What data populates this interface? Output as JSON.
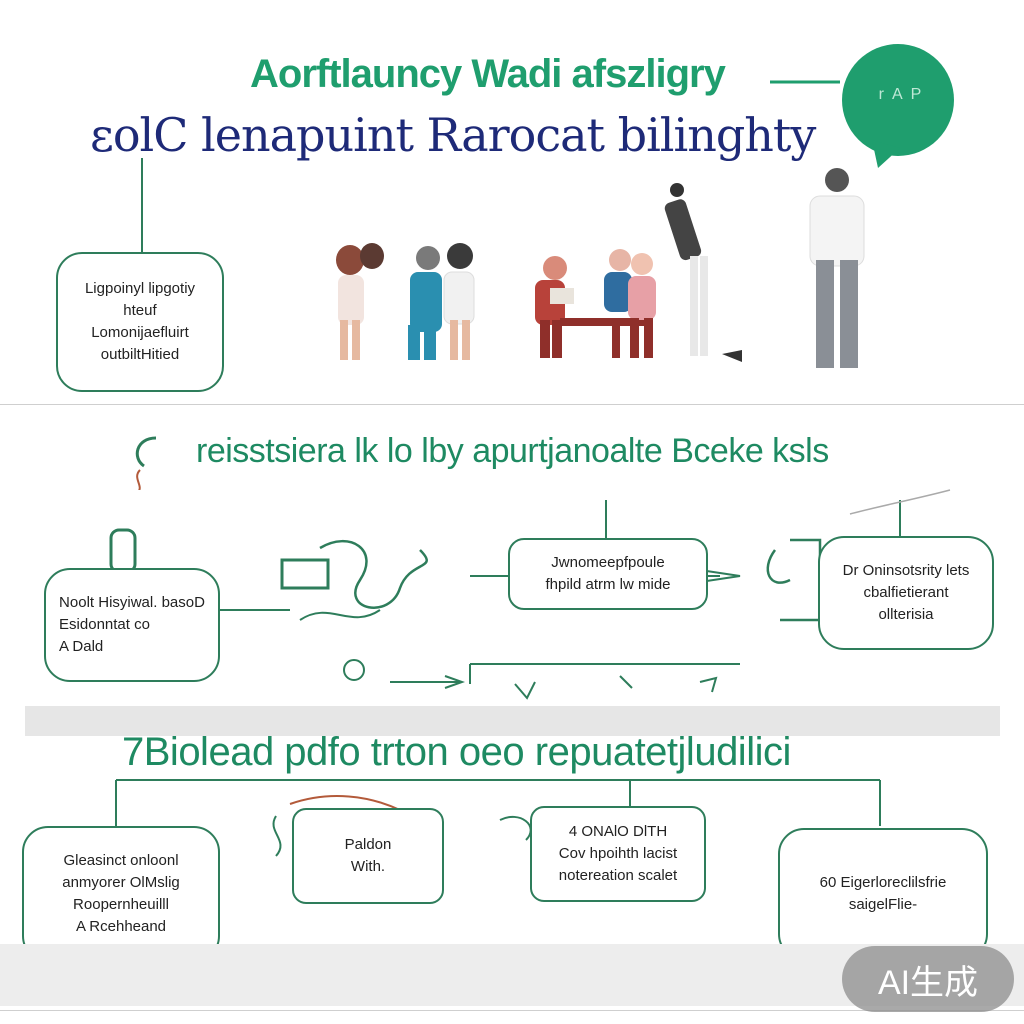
{
  "header": {
    "title_line1": "Aorftlauncy Wadi afszligry",
    "title_line2": "ɛolC lenapuint Rarocat bilinghty",
    "bubble_text": "r  A  P",
    "colors": {
      "green": "#1f9e6e",
      "navy": "#1e2a78",
      "outline": "#2e7d5b"
    }
  },
  "section1": {
    "left_box": "Ligpoinyl lipgotiy\nhteuf\nLomonijaefluirt\noutbiltHitied"
  },
  "section2": {
    "heading": "reisstsiera lk lo lby apurtjanoalte Bceke ksls",
    "left_box": "Noolt Hisyiwal. basoD\nEsidonntat co\nA Dald",
    "mid_box": "Jwnomeepfpoule\nfhpild atrm lw mide",
    "right_box": "Dr Oninsotsrity lets\ncbalfietierant\nollterisia"
  },
  "section3": {
    "heading": "7Biolead pdfo trton oeo repuatetjludilici",
    "box1": "Gleasinct onloonl\nanmyorer OlMslig\nRoopernheuilll\nA Rcehheand",
    "box2": "Paldon\nWith.",
    "box3": "4 ONAlO DlTH\nCov hpoihth lacist\nnotereation scalet",
    "box4": "60 Eigerloreclilsfrie\nsaigelFlie-"
  },
  "badge": {
    "label": "AI生成"
  }
}
